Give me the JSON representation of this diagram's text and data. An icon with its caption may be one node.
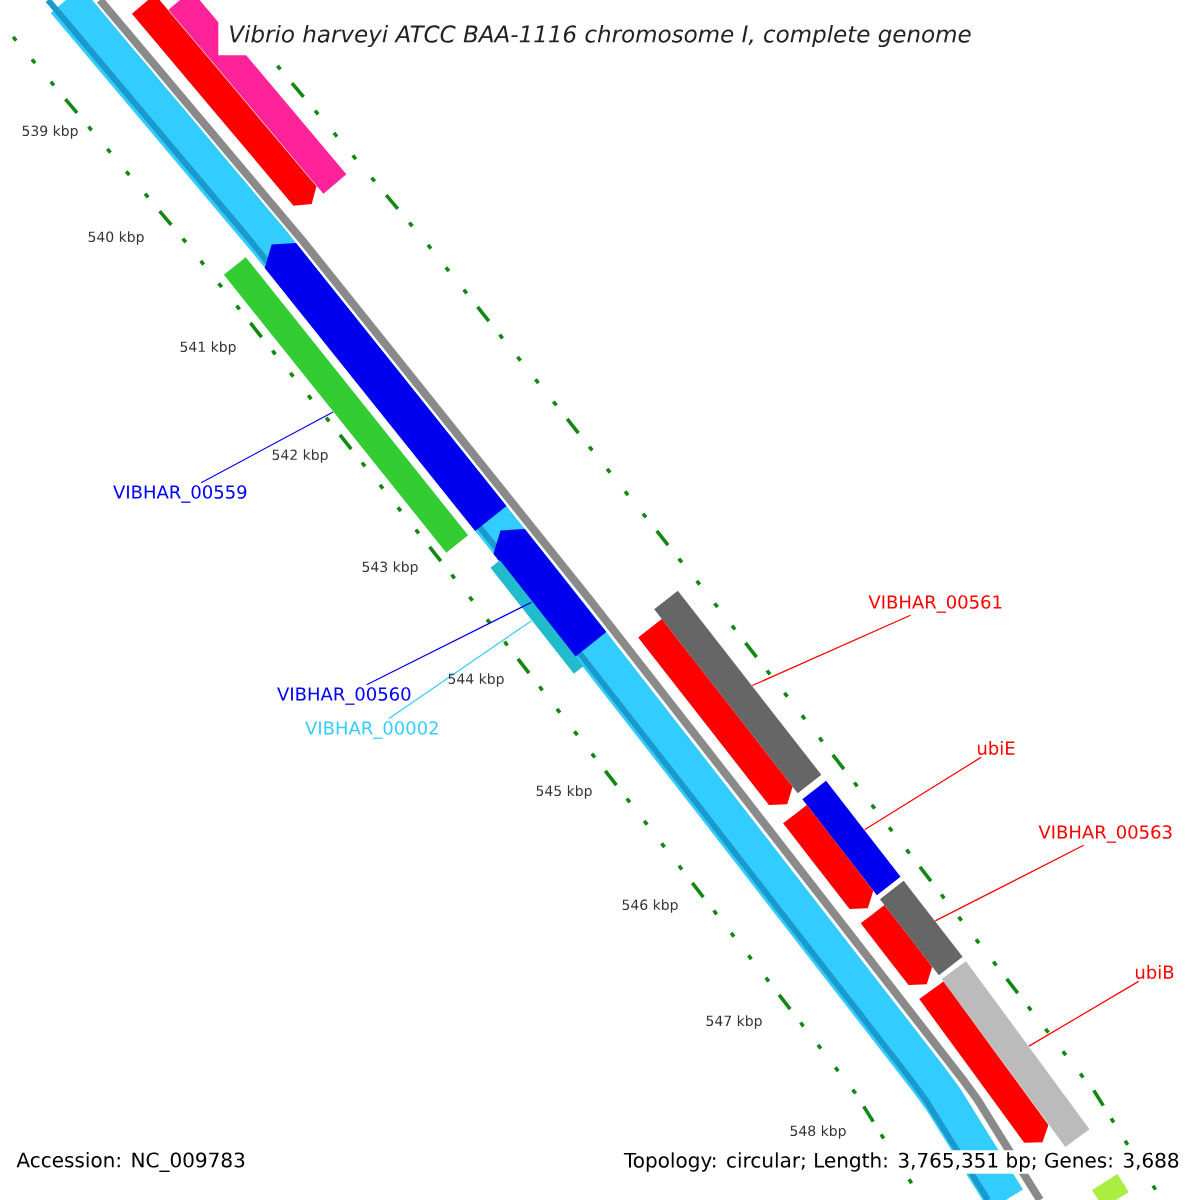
{
  "diagram": {
    "title": "Vibrio harveyi ATCC BAA-1116 chromosome I, complete genome",
    "nodes": [
      {
        "text": [
          "VIBHAR_00559"
        ]
      },
      {
        "text": [
          "VIBHAR_00560"
        ]
      },
      {
        "text": [
          "VIBHAR_00002"
        ]
      },
      {
        "text": [
          "VIBHAR_00561"
        ]
      },
      {
        "text": [
          "ubiE"
        ]
      },
      {
        "text": [
          "VIBHAR_00563"
        ]
      },
      {
        "text": [
          "ubiB"
        ]
      },
      {
        "text": [],
        "shape": "bar"
      },
      {
        "text": [],
        "shape": "bar"
      },
      {
        "text": [],
        "shape": "bar"
      },
      {
        "text": [],
        "shape": "bar"
      },
      {
        "text": [],
        "shape": "bar"
      },
      {
        "text": [],
        "shape": "bar"
      },
      {
        "text": [],
        "shape": "bar"
      },
      {
        "text": [],
        "shape": "bar"
      },
      {
        "text": [],
        "shape": "bar"
      },
      {
        "text": [],
        "shape": "bar"
      },
      {
        "text": [],
        "shape": "bar"
      },
      {
        "text": [],
        "shape": "bar"
      },
      {
        "text": [],
        "shape": "bar"
      },
      {
        "text": [],
        "shape": "bar"
      },
      {
        "text": [],
        "shape": "bar"
      }
    ],
    "edges": [
      {
        "from": 0,
        "to": 10,
        "arrow": "none",
        "color": "#0000ff"
      },
      {
        "from": 1,
        "to": 11,
        "arrow": "none",
        "color": "#0000ff"
      },
      {
        "from": 2,
        "to": 12,
        "arrow": "none",
        "color": "#33ccff"
      },
      {
        "from": 3,
        "to": 13,
        "arrow": "none"
      },
      {
        "from": 4,
        "to": 15,
        "arrow": "none"
      },
      {
        "from": 5,
        "to": 17,
        "arrow": "none"
      },
      {
        "from": 6,
        "to": 19,
        "arrow": "none"
      }
    ],
    "labels": [
      "539 kbp",
      "540 kbp",
      "541 kbp",
      "542 kbp",
      "543 kbp",
      "544 kbp",
      "545 kbp",
      "546 kbp",
      "547 kbp",
      "548 kbp",
      "Accession: NC_009783",
      "Topology: circular; Length: 3,765,351 bp; Genes: 3,688"
    ]
  }
}
